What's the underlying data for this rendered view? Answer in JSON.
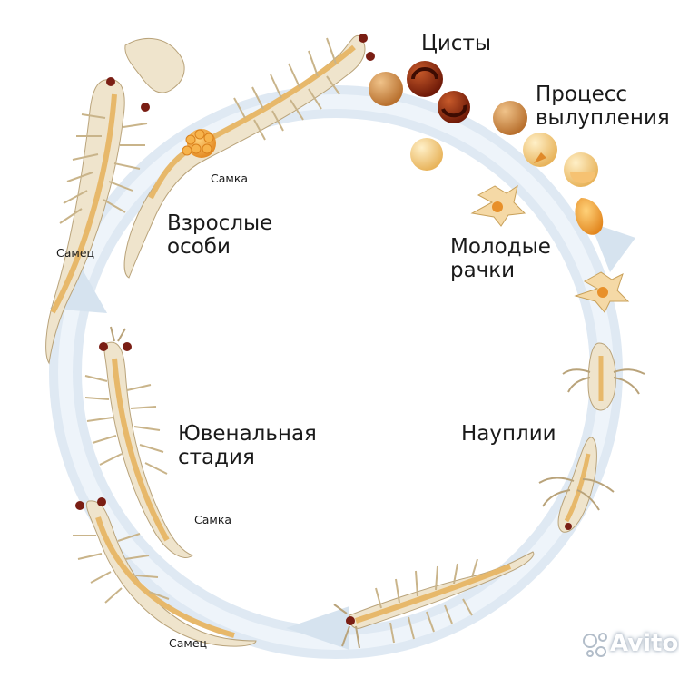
{
  "stages": {
    "cysts": "Цисты",
    "hatching": "Процесс\nвылупления",
    "young_shrimp": "Молодые\nрачки",
    "nauplii": "Науплии",
    "juvenile": "Ювенальная\nстадия",
    "adults": "Взрослые\nособи"
  },
  "sex_labels": {
    "female_top": "Самка",
    "male_top": "Самец",
    "female_bottom": "Самка",
    "male_bottom": "Самец"
  },
  "watermark": "Avito",
  "colors": {
    "cycle_arrow": "#dfe9f3",
    "cyst_dark": "#8a2a10",
    "cyst_light": "#f2c985",
    "body": "#efe4cc",
    "gut": "#e7b86a",
    "eye": "#7a1e14",
    "egg_sac": "#f2a33a"
  }
}
